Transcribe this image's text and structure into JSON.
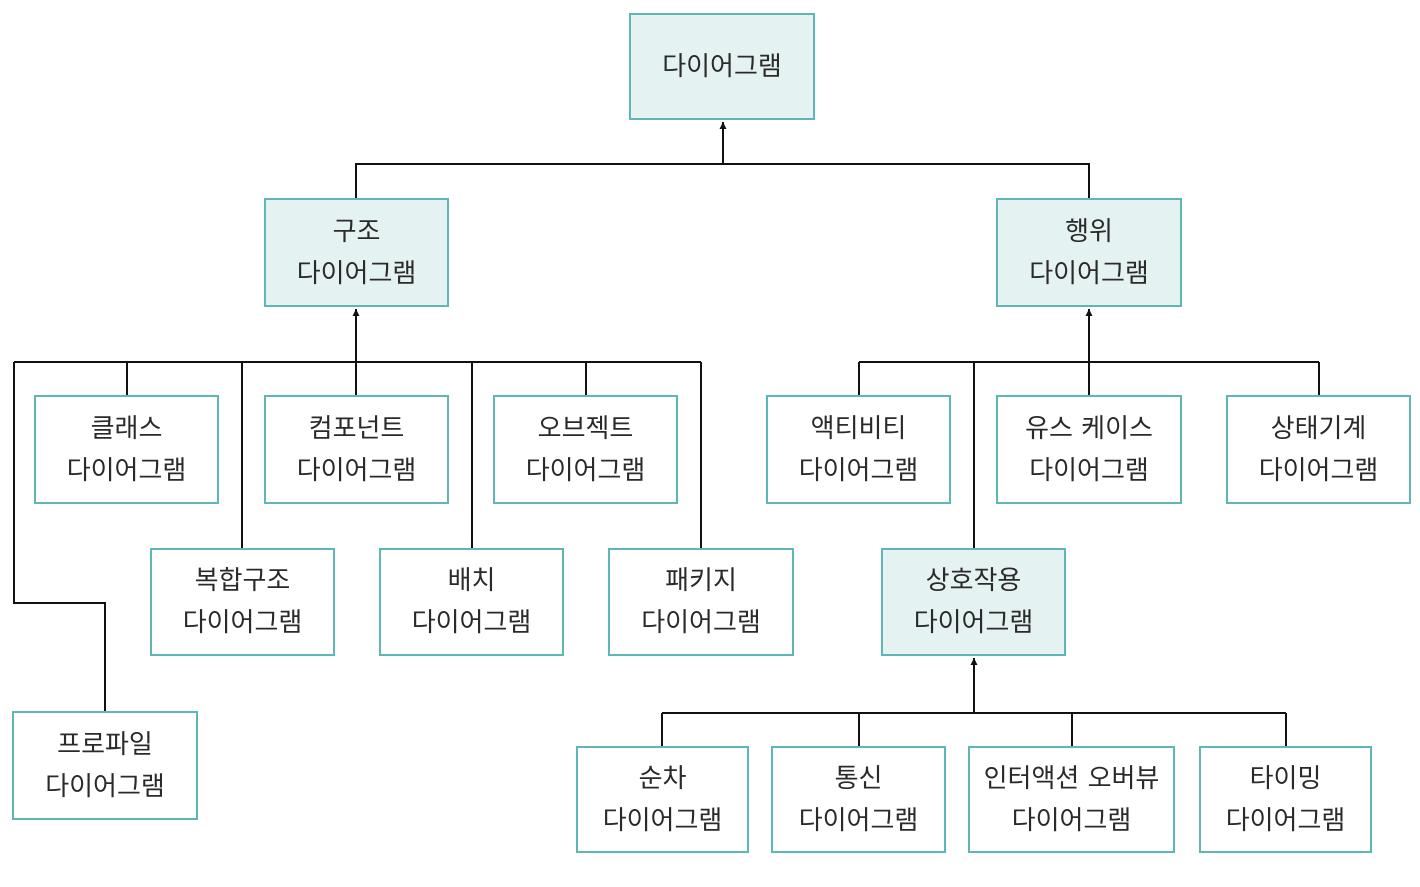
{
  "colors": {
    "border": "#5fb6b6",
    "abstract_fill": "#e5f2f2",
    "concrete_fill": "#ffffff",
    "line": "#111111",
    "text": "#2a2a2a"
  },
  "nodes": {
    "root": [
      "다이어그램"
    ],
    "structure": [
      "구조",
      "다이어그램"
    ],
    "behavior": [
      "행위",
      "다이어그램"
    ],
    "class": [
      "클래스",
      "다이어그램"
    ],
    "component": [
      "컴포넌트",
      "다이어그램"
    ],
    "object": [
      "오브젝트",
      "다이어그램"
    ],
    "composite": [
      "복합구조",
      "다이어그램"
    ],
    "deployment": [
      "배치",
      "다이어그램"
    ],
    "package": [
      "패키지",
      "다이어그램"
    ],
    "profile": [
      "프로파일",
      "다이어그램"
    ],
    "activity": [
      "액티비티",
      "다이어그램"
    ],
    "usecase": [
      "유스 케이스",
      "다이어그램"
    ],
    "statemachine": [
      "상태기계",
      "다이어그램"
    ],
    "interaction": [
      "상호작용",
      "다이어그램"
    ],
    "sequence": [
      "순차",
      "다이어그램"
    ],
    "communication": [
      "통신",
      "다이어그램"
    ],
    "overview": [
      "인터액션 오버뷰",
      "다이어그램"
    ],
    "timing": [
      "타이밍",
      "다이어그램"
    ]
  }
}
